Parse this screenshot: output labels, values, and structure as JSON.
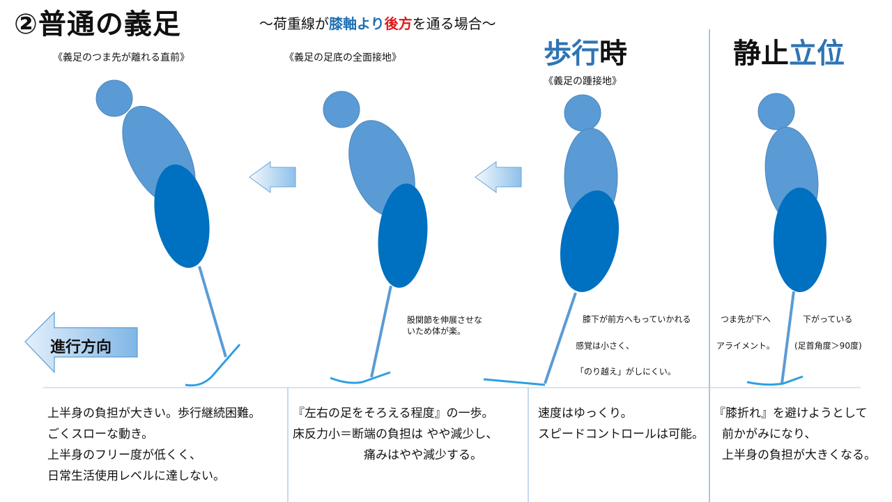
{
  "title": "②普通の義足",
  "subtitle": {
    "prefix": "～荷重線が",
    "blue": "膝軸より",
    "red": "後方",
    "suffix": "を通る場合～"
  },
  "headers": {
    "walking": {
      "blue": "歩行",
      "black": "時"
    },
    "standing": {
      "black": "静止",
      "blue": "立位"
    }
  },
  "captions": {
    "toe_off": "《義足のつま先が離れる直前》",
    "foot_flat": "《義足の足底の全面接地》",
    "heel_strike": "《義足の踵接地》"
  },
  "direction_label": "進行方向",
  "notes": {
    "hip": [
      "股関節を伸展させな",
      "いため体が楽。"
    ],
    "knee": [
      "膝下が前方へもっていかれる",
      "感覚は小さく、",
      "「のり越え」がしにくい。"
    ],
    "toe_down": [
      "つま先が下へ",
      "アライメント。"
    ],
    "down": [
      "下がっている",
      "(足首角度＞90度)"
    ]
  },
  "descriptions": {
    "col1": [
      "上半身の負担が大きい。歩行継続困難。",
      "ごくスローな動き。",
      "上半身のフリー度が低くく、",
      "日常生活使用レベルに達しない。"
    ],
    "col2": [
      "『左右の足をそろえる程度』の一歩。",
      "床反力小＝断端の負担は やや減少し、",
      "痛みはやや減少する。"
    ],
    "col3": [
      "速度はゆっくり。",
      "スピードコントロールは可能。"
    ],
    "col4": [
      "『膝折れ』を避けようとして",
      "前かがみになり、",
      "上半身の負担が大きくなる。"
    ]
  },
  "colors": {
    "head": "#5b9bd5",
    "thigh": "#0070c0",
    "leg": "#5b9bd5",
    "foot": "#2e9fe0",
    "divider": "#8ab4d8",
    "ground": "#a9cbe8"
  }
}
